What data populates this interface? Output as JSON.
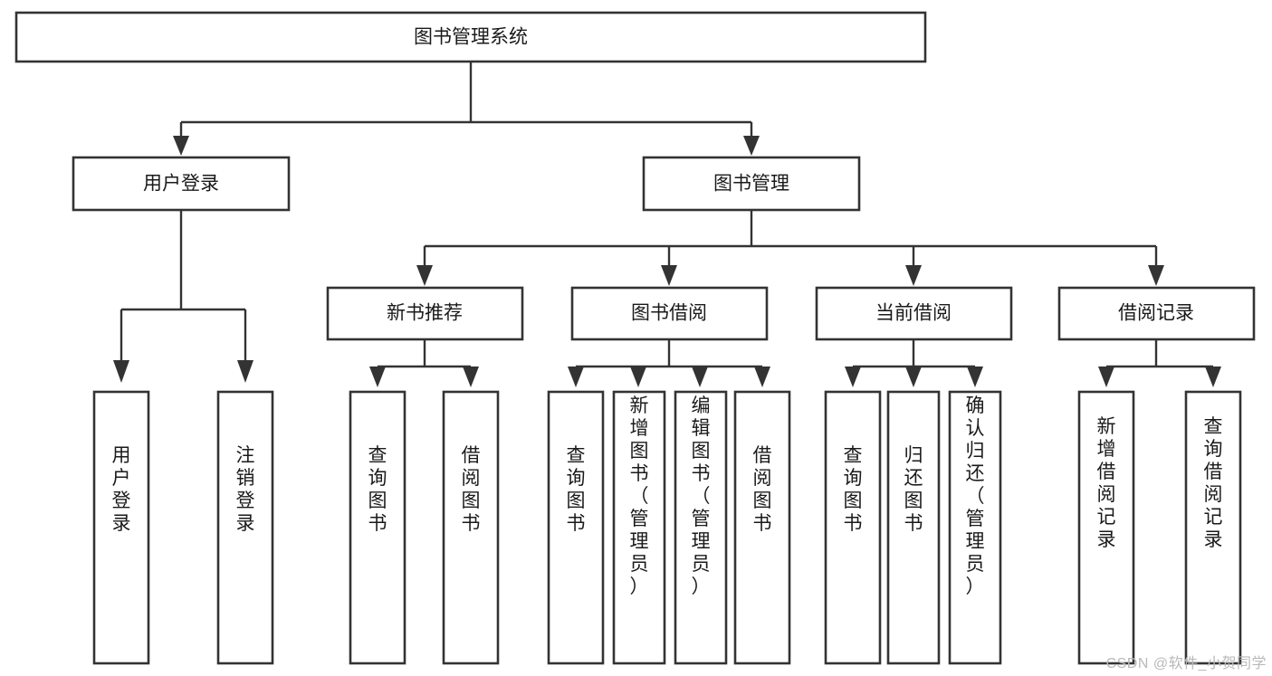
{
  "diagram": {
    "type": "tree-hierarchy",
    "title": "图书管理系统",
    "orientation": "top-down",
    "watermark": "CSDN @软件_小贺同学",
    "colors": {
      "stroke": "#333333",
      "fill": "#ffffff",
      "text": "#1a1a1a",
      "watermark": "#b9b9b9"
    },
    "root": {
      "label": "图书管理系统"
    },
    "level2": [
      {
        "label": "用户登录"
      },
      {
        "label": "图书管理"
      }
    ],
    "level3": [
      {
        "label": "新书推荐"
      },
      {
        "label": "图书借阅"
      },
      {
        "label": "当前借阅"
      },
      {
        "label": "借阅记录"
      }
    ],
    "leaves": {
      "user_login": [
        {
          "label": "用户登录"
        },
        {
          "label": "注销登录"
        }
      ],
      "new_book_recommend": [
        {
          "label": "查询图书"
        },
        {
          "label": "借阅图书"
        }
      ],
      "book_borrow": [
        {
          "label": "查询图书"
        },
        {
          "label": "新增图书（管理员）"
        },
        {
          "label": "编辑图书（管理员）"
        },
        {
          "label": "借阅图书"
        }
      ],
      "current_borrow": [
        {
          "label": "查询图书"
        },
        {
          "label": "归还图书"
        },
        {
          "label": "确认归还（管理员）"
        }
      ],
      "borrow_record": [
        {
          "label": "新增借阅记录"
        },
        {
          "label": "查询借阅记录"
        }
      ]
    }
  }
}
